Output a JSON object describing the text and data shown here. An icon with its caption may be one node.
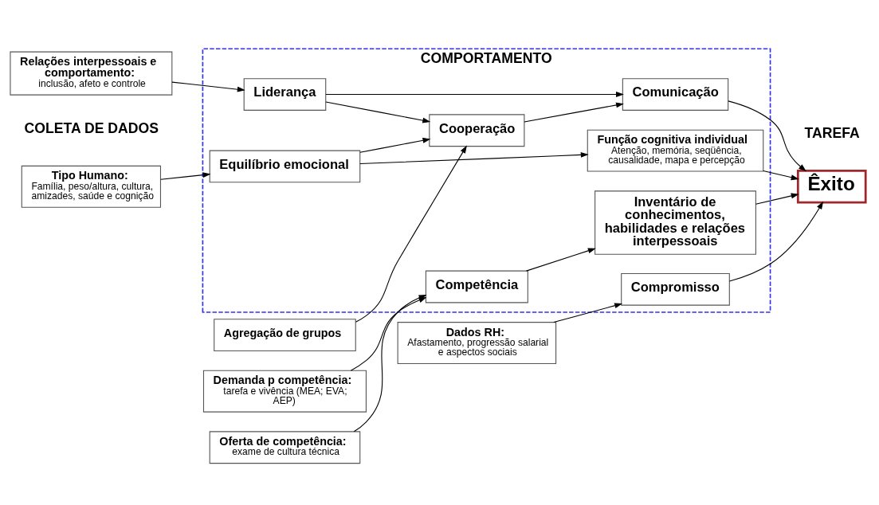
{
  "diagram": {
    "nodes": [
      {
        "text": [
          "Tipo Humano:",
          "Família, peso/altura, cultura, amizades, saúde e cognição"
        ]
      },
      {
        "text": [
          "Agregação de grupos"
        ]
      },
      {
        "text": [
          "Relações interpessoais e comportamento:",
          "inclusão, afeto e controle"
        ]
      },
      {
        "text": [
          "Dados RH:",
          "Afastamento, progressão salarial e aspectos sociais"
        ]
      },
      {
        "text": [
          "Demanda p competência:",
          "tarefa e vivência (MEA; EVA; AEP)"
        ]
      },
      {
        "text": [
          "Oferta de competência:",
          "exame de cultura técnica"
        ]
      },
      {
        "text": [
          "COMPORTAMENTO"
        ]
      },
      {
        "text": [
          "Equilíbrio emocional"
        ],
        "in": 6
      },
      {
        "text": [
          "Função cognitiva individual",
          "Atenção, memória, seqüência, causalidade, mapa e percepção"
        ],
        "in": 6
      },
      {
        "text": [
          "Cooperação"
        ],
        "in": 6
      },
      {
        "text": [
          "Comunicação"
        ],
        "in": 6
      },
      {
        "text": [
          "Liderança"
        ],
        "in": 6
      },
      {
        "text": [
          "Compromisso"
        ],
        "in": 6
      },
      {
        "text": [
          "Competência"
        ],
        "in": 6
      },
      {
        "text": [
          "Inventário de conhecimentos, habilidades e relações interpessoais"
        ],
        "in": 6
      },
      {
        "text": [
          "Êxito"
        ]
      }
    ],
    "edges": [
      {
        "from": 0,
        "to": 7,
        "arrow": "to"
      },
      {
        "from": 7,
        "to": 8,
        "arrow": "to"
      },
      {
        "from": 7,
        "to": 9,
        "arrow": "to"
      },
      {
        "from": 1,
        "to": 9,
        "arrow": "to"
      },
      {
        "from": 9,
        "to": 10,
        "arrow": "to"
      },
      {
        "from": 2,
        "to": 11,
        "arrow": "to"
      },
      {
        "from": 11,
        "to": 9,
        "arrow": "to"
      },
      {
        "from": 11,
        "to": 10,
        "arrow": "to"
      },
      {
        "from": 3,
        "to": 12,
        "arrow": "to"
      },
      {
        "from": 8,
        "to": 15,
        "arrow": "to"
      },
      {
        "from": 10,
        "to": 15,
        "arrow": "to"
      },
      {
        "from": 12,
        "to": 15,
        "arrow": "to"
      },
      {
        "from": 4,
        "to": 13,
        "arrow": "to"
      },
      {
        "from": 5,
        "to": 13,
        "arrow": "to"
      },
      {
        "from": 13,
        "to": 14,
        "arrow": "to"
      },
      {
        "from": 14,
        "to": 15,
        "arrow": "to"
      }
    ],
    "labels": [
      "COLETA DE DADOS",
      "TAREFA"
    ]
  }
}
